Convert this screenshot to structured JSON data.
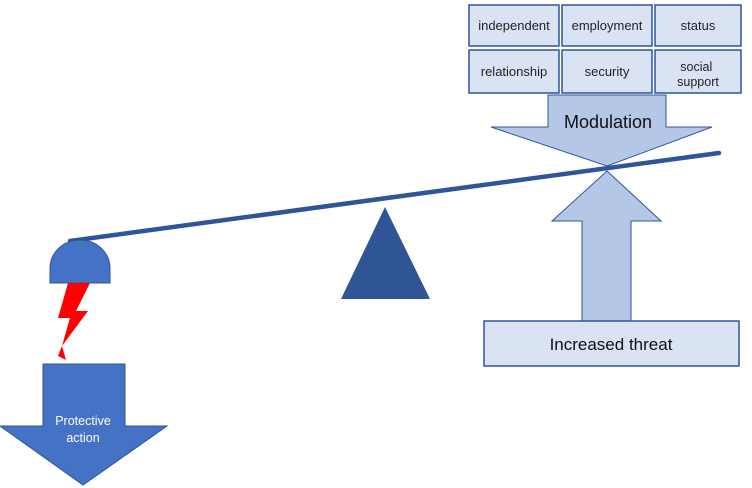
{
  "factors": {
    "row1": [
      "independent",
      "employment",
      "status"
    ],
    "row2": [
      "relationship",
      "security",
      "social support"
    ]
  },
  "modulation_label": "Modulation",
  "threat_label": "Increased threat",
  "protective_label_line1": "Protective",
  "protective_label_line2": "action",
  "colors": {
    "box_fill": "#dae3f3",
    "box_stroke": "#2f5597",
    "beam": "#2f5597",
    "fulcrum": "#2f5597",
    "arrow_fill": "#b4c7e7",
    "dome": "#4472c4",
    "bolt": "#ff0000",
    "protective_arrow": "#4472c4"
  }
}
